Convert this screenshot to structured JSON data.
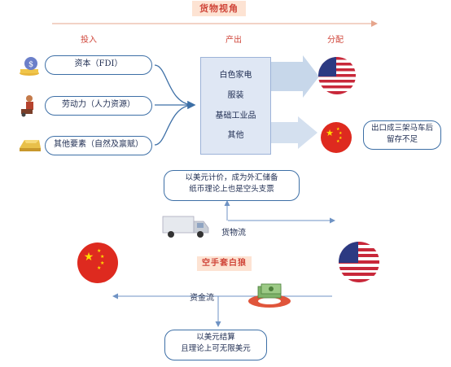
{
  "header": {
    "title": "货物视角"
  },
  "columns": {
    "input": "投入",
    "output": "产出",
    "distribution": "分配"
  },
  "inputs": [
    {
      "label": "资本（FDI）",
      "icon": "money-bag-icon"
    },
    {
      "label": "劳动力（人力资源）",
      "icon": "worker-icon"
    },
    {
      "label": "其他要素（自然及禀赋）",
      "icon": "gold-bar-icon"
    }
  ],
  "products": [
    "白色家电",
    "服装",
    "基础工业品",
    "其他"
  ],
  "china_note": {
    "line1": "出口成三架马车后",
    "line2": "留存不足"
  },
  "goods_note": {
    "line1": "以美元计价，成为外汇储备",
    "line2": "纸币理论上也是空头支票"
  },
  "goods_flow_label": "货物流",
  "center_label": "空手套白狼",
  "money_flow_label": "资金流",
  "money_note": {
    "line1": "以美元结算",
    "line2": "且理论上可无限美元"
  },
  "colors": {
    "accent": "#d0463a",
    "primary_blue": "#3d6fa6",
    "arrow_light": "#c7d7ea"
  }
}
